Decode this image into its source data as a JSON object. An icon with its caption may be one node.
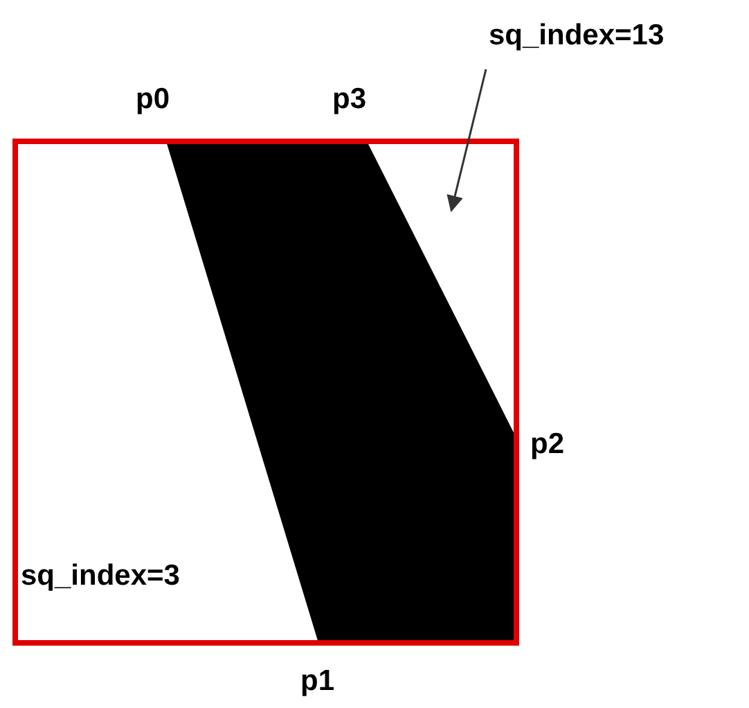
{
  "diagram": {
    "nodes": [
      {
        "text": [
          "sq_index=13"
        ]
      },
      {
        "text": [],
        "shape": "triangle"
      }
    ],
    "edges": [
      {
        "from": 0,
        "to": 1,
        "arrow": "to"
      }
    ],
    "labels": [
      "p0",
      "p3",
      "p2",
      "sq_index=3",
      "p1"
    ]
  }
}
